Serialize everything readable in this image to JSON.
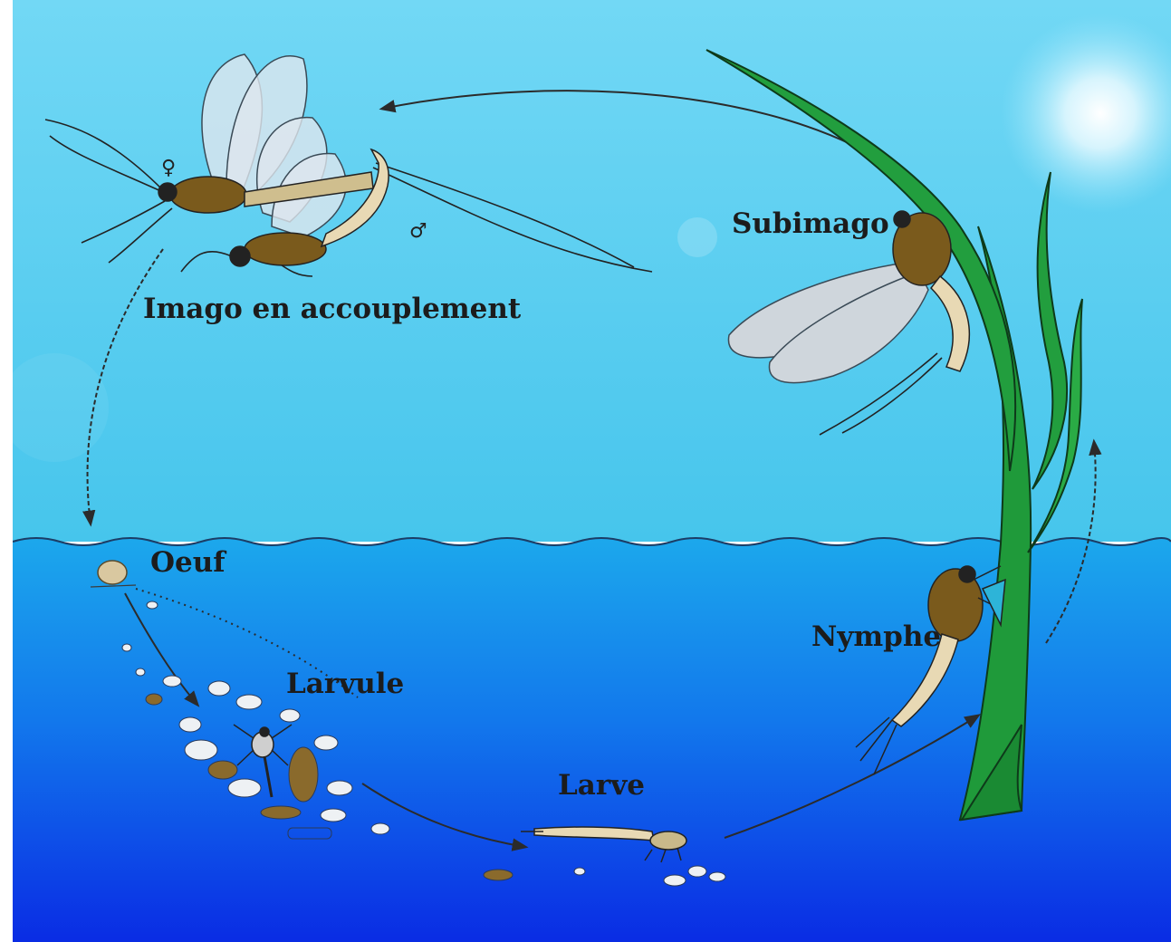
{
  "diagram": {
    "stages": [
      {
        "id": "imago",
        "label": "Imago en accouplement"
      },
      {
        "id": "subimago",
        "label": "Subimago"
      },
      {
        "id": "oeuf",
        "label": "Oeuf"
      },
      {
        "id": "larvule",
        "label": "Larvule"
      },
      {
        "id": "larve",
        "label": "Larve"
      },
      {
        "id": "nymphe",
        "label": "Nymphe"
      }
    ],
    "symbols": {
      "female": "♀",
      "male": "♂"
    }
  },
  "colors": {
    "sky_top": "#6fd6f4",
    "sky_bottom": "#44c6ee",
    "water_top": "#1aa6ec",
    "water_bottom": "#0a2fe6",
    "plant": "#1f9a3a",
    "insect_brown": "#7a5a1c",
    "insect_pale": "#e8d9b4",
    "wing": "#dfe6ee",
    "egg": "#d9c8a0"
  }
}
